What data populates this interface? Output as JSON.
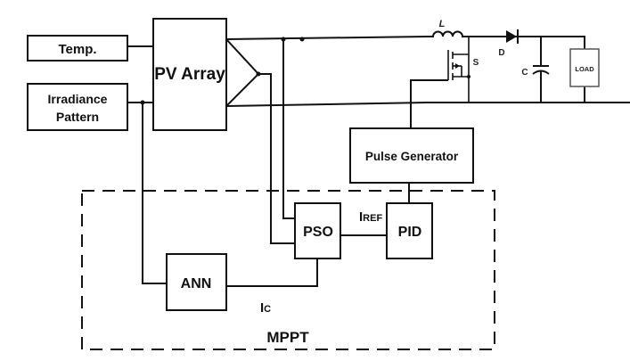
{
  "diagram": {
    "type": "block-diagram",
    "title": "PV system with ANN-PSO-PID MPPT boost converter",
    "blocks": {
      "temp": "Temp.",
      "irradiance_line1": "Irradiance",
      "irradiance_line2": "Pattern",
      "pv_array": "PV Array",
      "pulse_generator": "Pulse Generator",
      "pso": "PSO",
      "pid": "PID",
      "ann": "ANN",
      "load": "LOAD"
    },
    "components": {
      "inductor": "L",
      "switch": "S",
      "diode": "D",
      "capacitor": "C"
    },
    "signals": {
      "iref_main": "I",
      "iref_sub": "REF",
      "ic_main": "I",
      "ic_sub": "C"
    },
    "group_label": "MPPT",
    "connections": [
      [
        "Temp.",
        "PV Array"
      ],
      [
        "Irradiance Pattern",
        "PV Array"
      ],
      [
        "Irradiance Pattern",
        "ANN"
      ],
      [
        "PV Array",
        "Boost converter"
      ],
      [
        "PV Array",
        "PSO"
      ],
      [
        "ANN",
        "PSO"
      ],
      [
        "PSO",
        "PID"
      ],
      [
        "PID",
        "Pulse Generator"
      ],
      [
        "Pulse Generator",
        "S"
      ]
    ]
  }
}
